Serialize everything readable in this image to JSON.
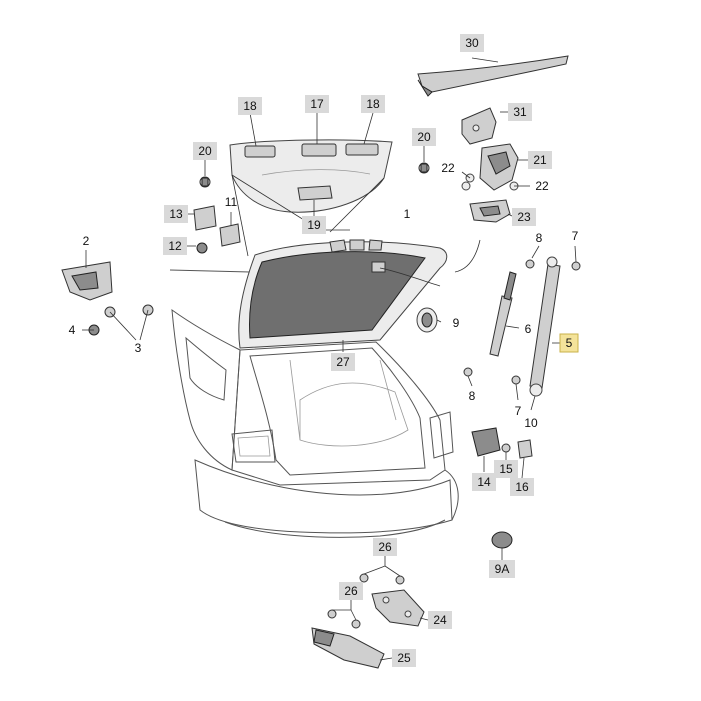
{
  "labels": {
    "l30": "30",
    "l31": "31",
    "l21": "21",
    "l22a": "22",
    "l22b": "22",
    "l23": "23",
    "l17": "17",
    "l18a": "18",
    "l18b": "18",
    "l19": "19",
    "l20a": "20",
    "l20b": "20",
    "l13": "13",
    "l11": "11",
    "l12": "12",
    "l1": "1",
    "l2": "2",
    "l3": "3",
    "l4": "4",
    "l9": "9",
    "l6": "6",
    "l8a": "8",
    "l8b": "8",
    "l7a": "7",
    "l7b": "7",
    "l5": "5",
    "l10": "10",
    "l27": "27",
    "l14": "14",
    "l15": "15",
    "l16": "16",
    "l9A": "9A",
    "l26a": "26",
    "l26b": "26",
    "l24": "24",
    "l25": "25"
  },
  "colors": {
    "label_box": "#d9d9d9",
    "highlight_box": "#f4e39a",
    "line": "#333333"
  }
}
